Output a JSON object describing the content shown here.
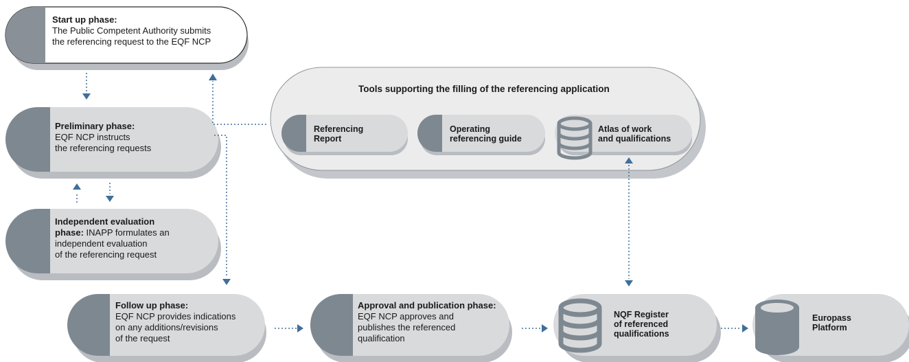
{
  "phases": {
    "startup": {
      "title": "Start up phase:",
      "lines": [
        "The Public Competent Authority submits",
        "the referencing request to the EQF NCP"
      ]
    },
    "preliminary": {
      "title": "Preliminary phase:",
      "lines": [
        "EQF NCP instructs",
        "the referencing requests"
      ]
    },
    "independent": {
      "title_line1": "Independent evaluation",
      "title_line2": "phase:",
      "rest_line2": " INAPP formulates an",
      "lines": [
        "independent evaluation",
        "of the referencing request"
      ]
    },
    "followup": {
      "title": "Follow up phase:",
      "lines": [
        "EQF NCP provides indications",
        "on any additions/revisions",
        "of the request"
      ]
    },
    "approval": {
      "title": "Approval and publication phase:",
      "lines": [
        "EQF NCP approves and",
        "publishes the referenced",
        "qualification"
      ]
    }
  },
  "tools_panel": {
    "title": "Tools supporting the filling of the referencing application",
    "tools": [
      {
        "line1": "Referencing",
        "line2": "Report",
        "icon": "document-pill-icon"
      },
      {
        "line1": "Operating",
        "line2": "referencing guide",
        "icon": "document-pill-icon"
      },
      {
        "line1": "Atlas of work",
        "line2": "and qualifications",
        "icon": "database-icon"
      }
    ]
  },
  "registers": {
    "nqf": {
      "line1": "NQF Register",
      "line2": "of referenced",
      "line3": "qualifications",
      "icon": "database-icon"
    },
    "europass": {
      "line1": "Europass",
      "line2": "Platform",
      "icon": "cylinder-icon"
    }
  },
  "colors": {
    "pill_fill": "#d9dadc",
    "pill_shadow": "#b9bcc1",
    "cap_fill": "#7e8891",
    "startup_cap": "#8a9097",
    "arrow": "#3f6f9a",
    "panel_fill": "#ececed",
    "panel_border": "#8f959b"
  }
}
